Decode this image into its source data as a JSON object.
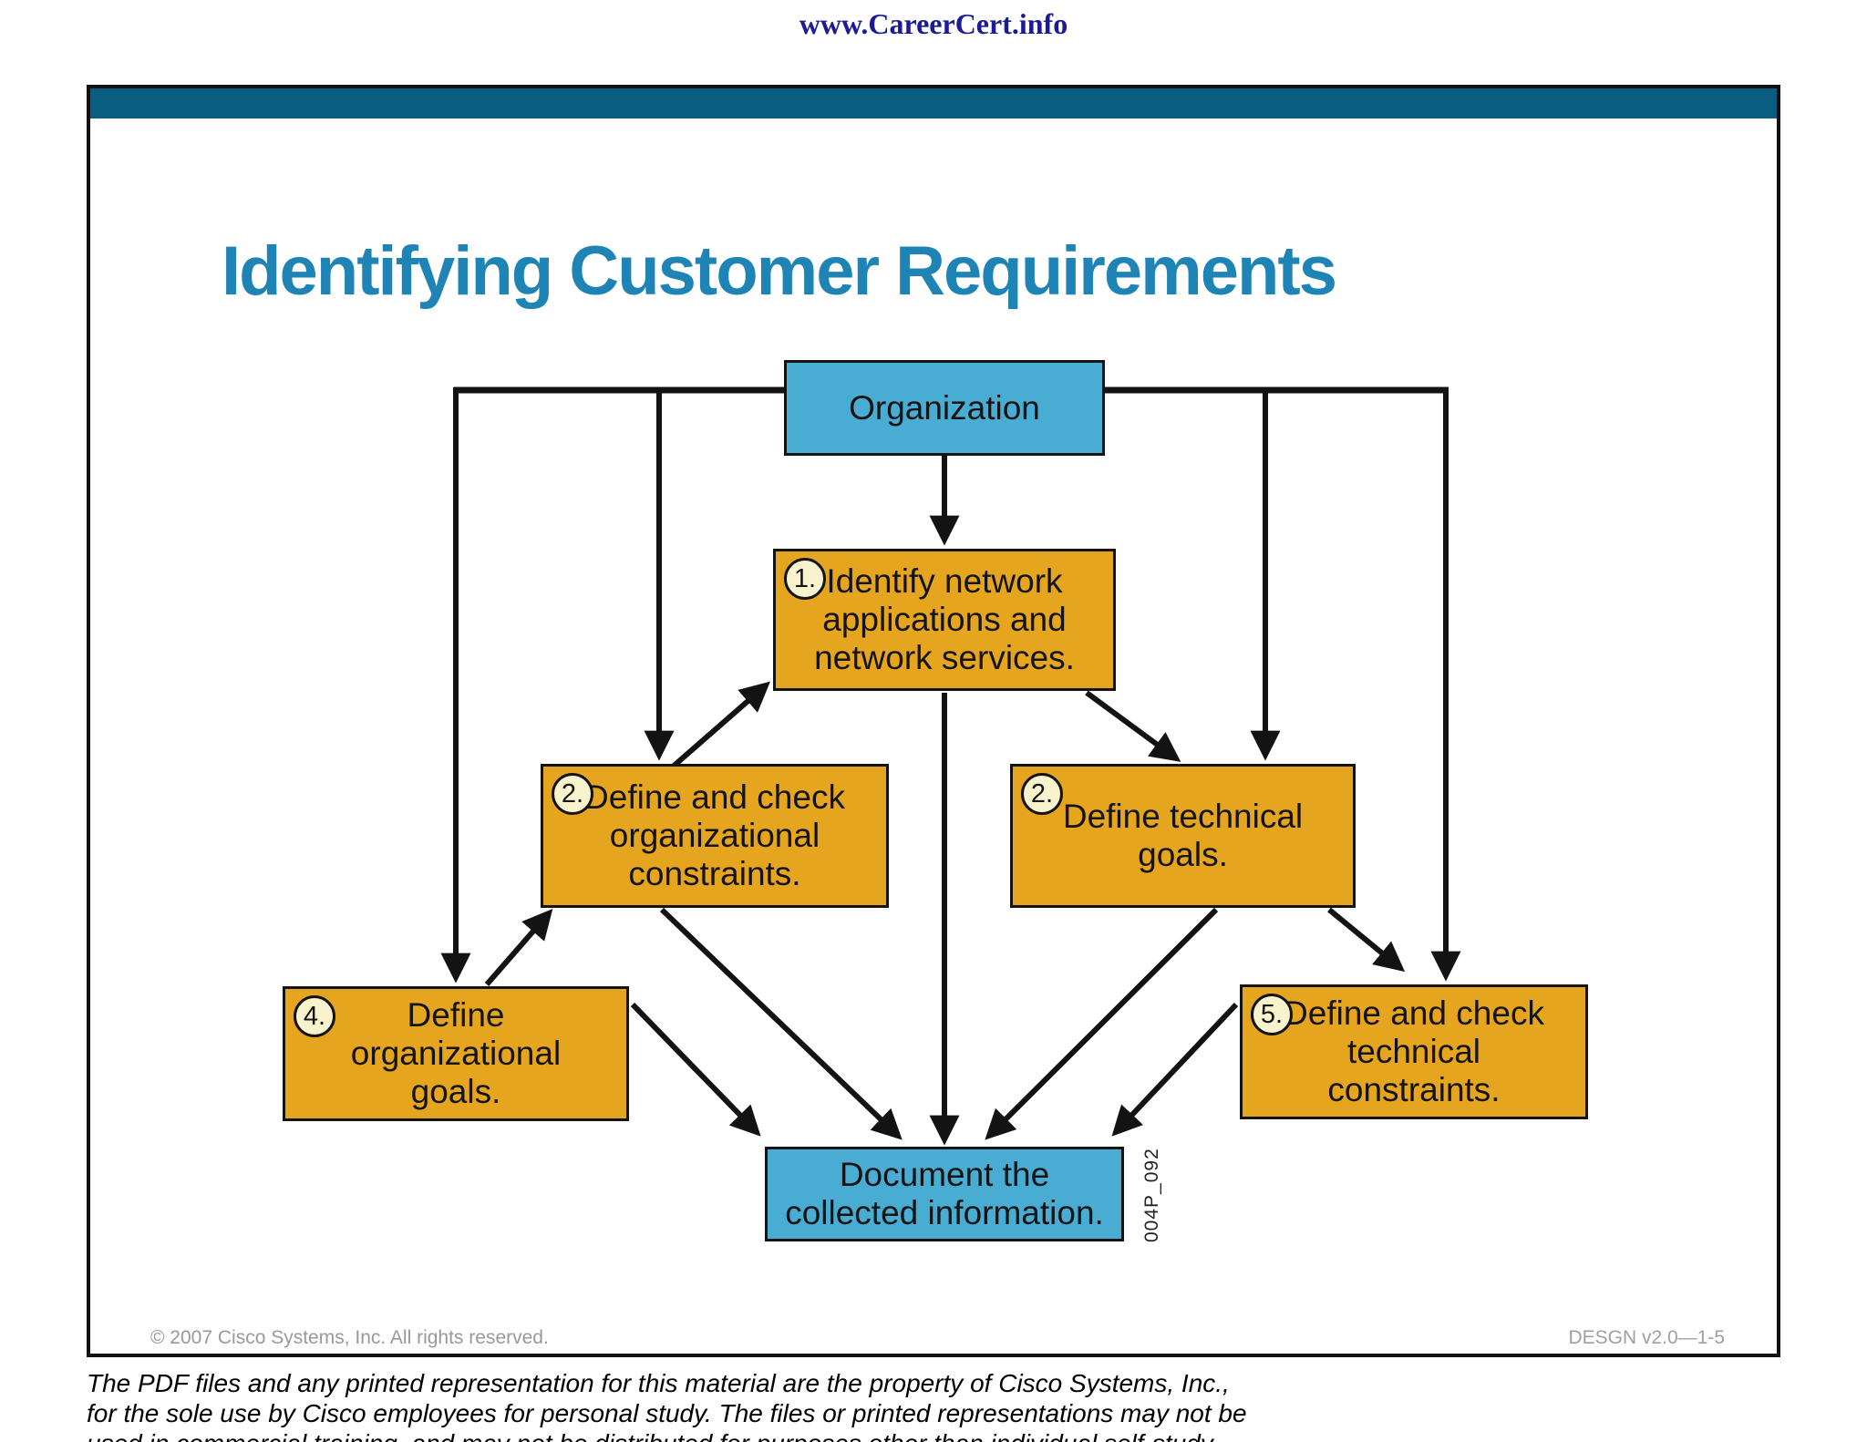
{
  "header": {
    "site_link": "www.CareerCert.info"
  },
  "slide": {
    "title": "Identifying Customer Requirements",
    "copyright": "© 2007 Cisco Systems, Inc. All rights reserved.",
    "slide_code": "DESGN v2.0—1-5",
    "figure_code": "004P_092"
  },
  "diagram": {
    "nodes": {
      "organization": {
        "label": "Organization"
      },
      "identify_network": {
        "badge": "1.",
        "label": "Identify network\napplications and\nnetwork services."
      },
      "org_constraints": {
        "badge": "2.",
        "label": "Define and check\norganizational\nconstraints."
      },
      "technical_goals": {
        "badge": "2.",
        "label": "Define technical\ngoals."
      },
      "org_goals": {
        "badge": "4.",
        "label": "Define\norganizational\ngoals."
      },
      "tech_constraints": {
        "badge": "5.",
        "label": "Define and check\ntechnical\nconstraints."
      },
      "document": {
        "label": "Document the\ncollected information."
      }
    },
    "edges": [
      {
        "from": "organization",
        "to": "identify_network"
      },
      {
        "from": "organization",
        "to": "org_constraints"
      },
      {
        "from": "organization",
        "to": "technical_goals"
      },
      {
        "from": "organization",
        "to": "org_goals"
      },
      {
        "from": "organization",
        "to": "tech_constraints"
      },
      {
        "from": "org_constraints",
        "to": "identify_network"
      },
      {
        "from": "identify_network",
        "to": "technical_goals"
      },
      {
        "from": "org_goals",
        "to": "org_constraints"
      },
      {
        "from": "technical_goals",
        "to": "tech_constraints"
      },
      {
        "from": "identify_network",
        "to": "document"
      },
      {
        "from": "org_constraints",
        "to": "document"
      },
      {
        "from": "org_goals",
        "to": "document"
      },
      {
        "from": "technical_goals",
        "to": "document"
      },
      {
        "from": "tech_constraints",
        "to": "document"
      }
    ],
    "colors": {
      "blue_node": "#49acd2",
      "orange_node": "#e6a51f",
      "badge_fill": "#f9f3cd",
      "header_bar": "#085d81",
      "title_text": "#1e83b5",
      "link_text": "#1b1b96"
    }
  },
  "disclaimer": {
    "lines": [
      "The PDF files and any printed representation for this material are the property of Cisco Systems, Inc.,",
      "for the sole use by Cisco employees for personal study. The files or printed representations may not be",
      "used in commercial training, and may not be distributed for purposes other than individual self-study."
    ]
  }
}
